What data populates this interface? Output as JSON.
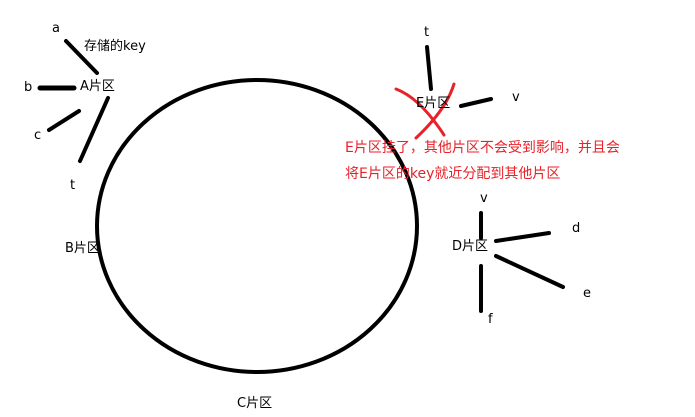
{
  "diagram": {
    "title_note": "存储的key",
    "shards": {
      "A": {
        "label": "A片区",
        "keys": [
          "a",
          "b",
          "c",
          "t"
        ]
      },
      "B": {
        "label": "B片区"
      },
      "C": {
        "label": "C片区"
      },
      "D": {
        "label": "D片区",
        "keys": [
          "v",
          "d",
          "e",
          "f"
        ]
      },
      "E": {
        "label": "E片区",
        "keys": [
          "t",
          "v"
        ],
        "status": "failed"
      }
    },
    "annotation": {
      "line1": "E片区挂了，其他片区不会受到影响，并且会",
      "line2": "将E片区的key就近分配到其他片区"
    },
    "colors": {
      "line": "#000000",
      "annotation": "#e8222a"
    }
  }
}
